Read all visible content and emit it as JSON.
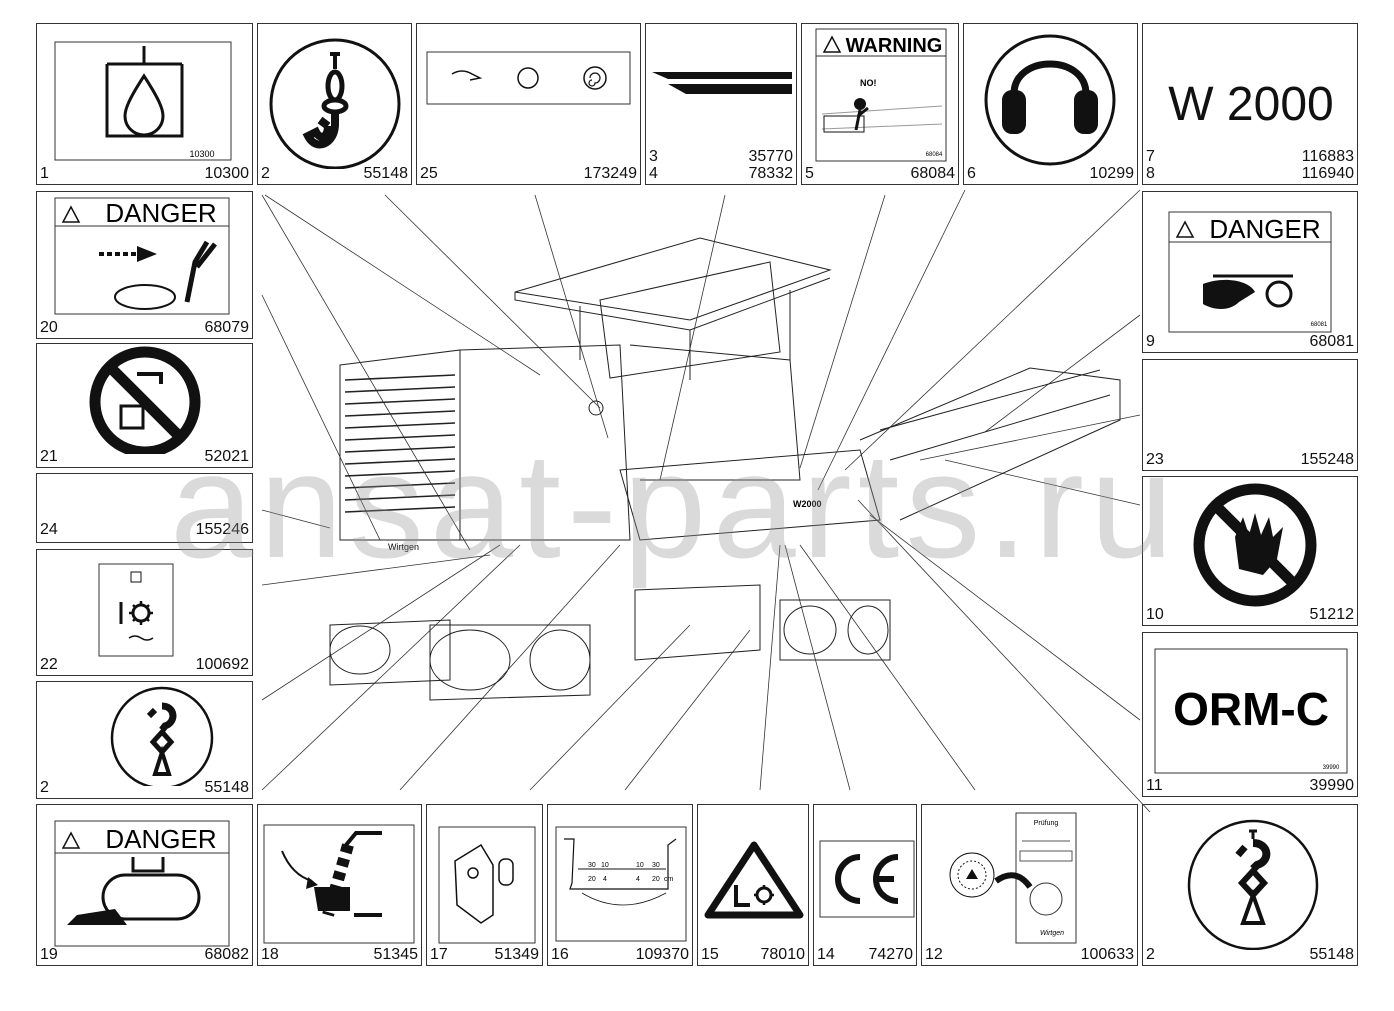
{
  "watermark": "ansat-parts.ru",
  "labels": {
    "l1": {
      "num": "1",
      "code": "10300",
      "tiny": "10300"
    },
    "l2a": {
      "num": "2",
      "code": "55148"
    },
    "l25": {
      "num": "25",
      "code": "173249"
    },
    "l34": {
      "num": "3",
      "code": "35770",
      "num2": "4",
      "code2": "78332"
    },
    "l5": {
      "num": "5",
      "code": "68084",
      "title": "WARNING",
      "note": "NO!",
      "tiny": "68084"
    },
    "l6": {
      "num": "6",
      "code": "10299"
    },
    "l78": {
      "num": "7",
      "code": "116883",
      "num2": "8",
      "code2": "116940",
      "text": "W 2000"
    },
    "l20": {
      "num": "20",
      "code": "68079",
      "title": "DANGER"
    },
    "l9": {
      "num": "9",
      "code": "68081",
      "title": "DANGER",
      "tiny": "68081"
    },
    "l21": {
      "num": "21",
      "code": "52021"
    },
    "l23": {
      "num": "23",
      "code": "155248"
    },
    "l24": {
      "num": "24",
      "code": "155246"
    },
    "l10": {
      "num": "10",
      "code": "51212"
    },
    "l22": {
      "num": "22",
      "code": "100692"
    },
    "l11": {
      "num": "11",
      "code": "39990",
      "text": "ORM-C",
      "tiny": "39990"
    },
    "l2b": {
      "num": "2",
      "code": "55148"
    },
    "l19": {
      "num": "19",
      "code": "68082",
      "title": "DANGER"
    },
    "l18": {
      "num": "18",
      "code": "51345"
    },
    "l17": {
      "num": "17",
      "code": "51349"
    },
    "l16": {
      "num": "16",
      "code": "109370",
      "scale": [
        "30",
        "10",
        "10",
        "30",
        "20",
        "4",
        "4",
        "20",
        "cm"
      ]
    },
    "l15": {
      "num": "15",
      "code": "78010"
    },
    "l14": {
      "num": "14",
      "code": "74270"
    },
    "l12": {
      "num": "12",
      "code": "100633",
      "head": "Prüfung",
      "brand": "Wirtgen"
    },
    "l2c": {
      "num": "2",
      "code": "55148"
    }
  },
  "machine": {
    "front_badge": "W2000",
    "brand": "Wirtgen"
  },
  "colors": {
    "line": "#333333",
    "ink": "#111111",
    "watermark": "#969696"
  }
}
